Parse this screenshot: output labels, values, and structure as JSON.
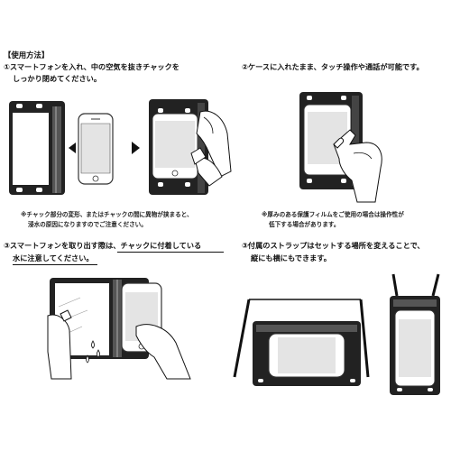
{
  "header": {
    "title": "【使用方法】"
  },
  "steps": {
    "s1": {
      "line1": "①スマートフォンを入れ、中の空気を抜きチャックを",
      "line2": "しっかり閉めてください。"
    },
    "s2": {
      "line1": "②ケースに入れたまま、タッチ操作や通話が可能です。"
    },
    "s3": {
      "line1": "③スマートフォンを取り出す際は、チャックに付着している",
      "line2": "水に注意してください。"
    },
    "s4": {
      "line1": "③付属のストラップはセットする場所を変えることで、",
      "line2": "縦にも横にもできます。"
    }
  },
  "notes": {
    "n1": {
      "line1": "※チャック部分の変形、またはチャックの間に異物が挟まると、",
      "line2": "浸水の原因になりますのでご注意ください。"
    },
    "n2": {
      "line1": "※厚みのある保護フィルムをご使用の場合は操作性が",
      "line2": "低下する場合があります。"
    }
  },
  "icons": {
    "left_arrow": "left-arrow-icon",
    "right_arrow": "right-arrow-icon"
  },
  "colors": {
    "case_frame": "#222222",
    "phone_outline": "#333333",
    "screen_gray": "#e4e4e4",
    "window_clear": "#ffffff"
  }
}
